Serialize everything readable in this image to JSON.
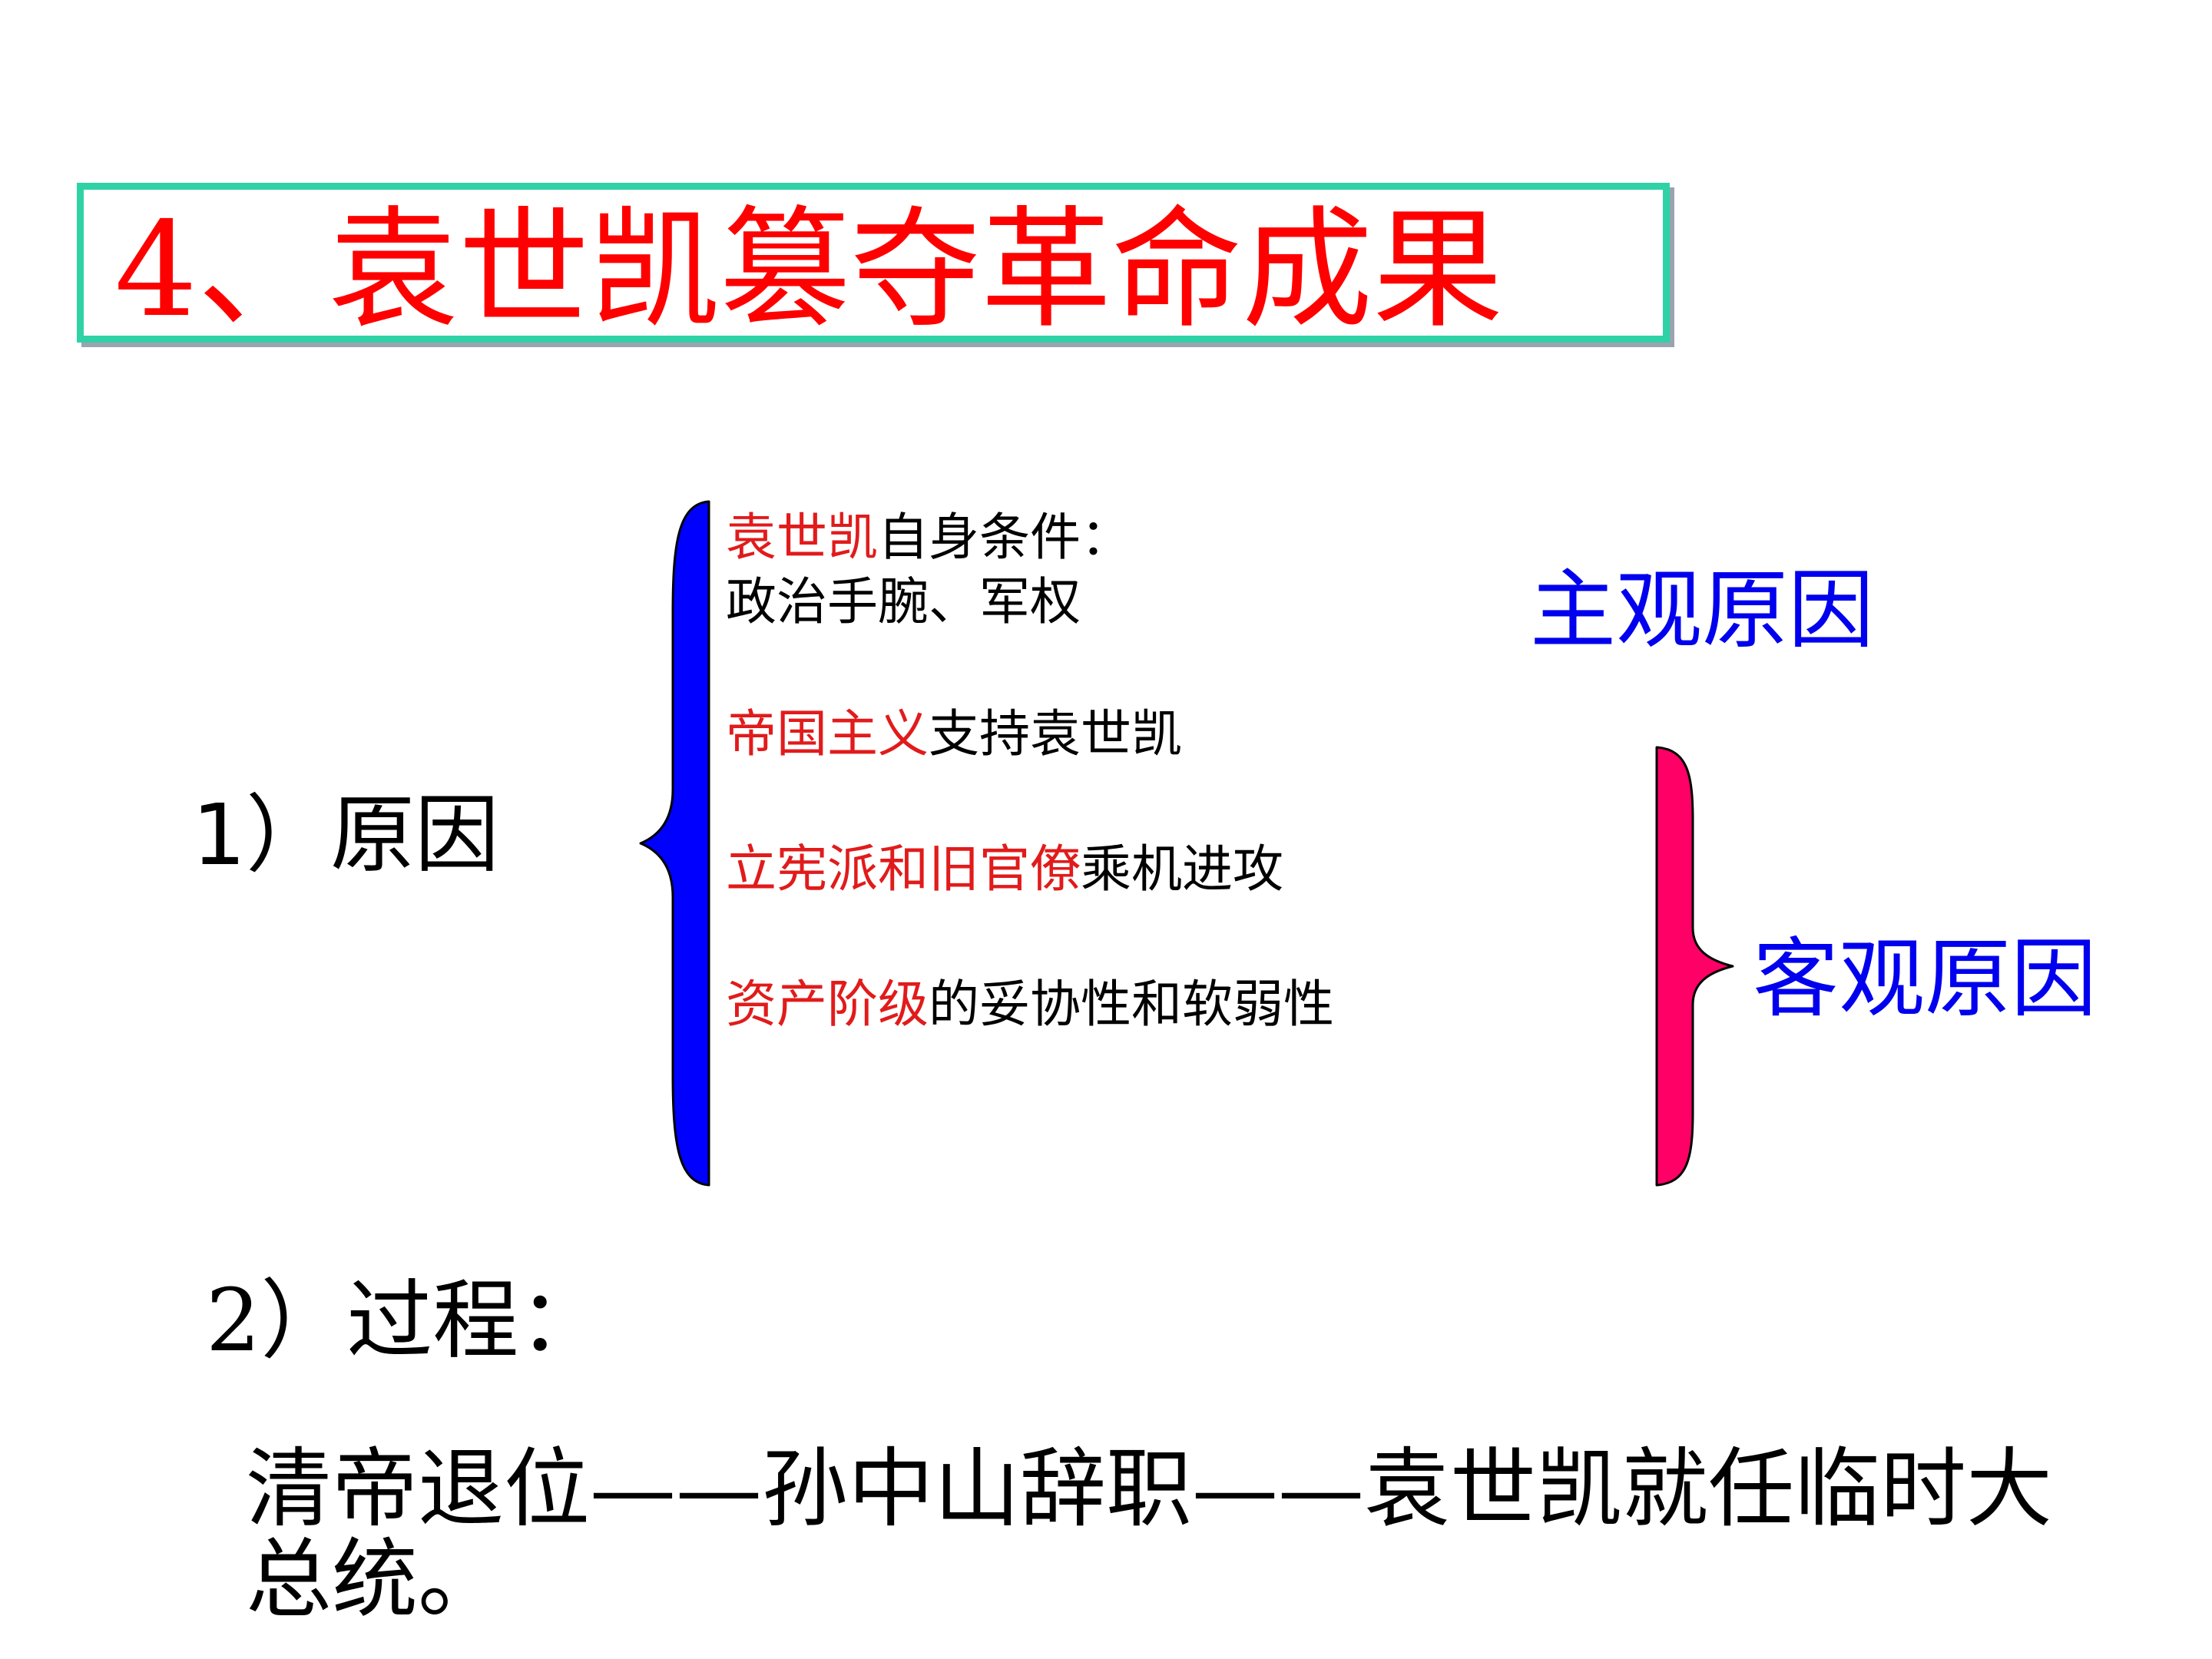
{
  "slide": {
    "title": "4、袁世凯篡夺革命成果",
    "section1": {
      "num": "1）",
      "label": "原因"
    },
    "reasons": [
      {
        "highlight": "袁世凯",
        "rest": "自身条件：",
        "line2": "政治手腕、军权"
      },
      {
        "highlight": "帝国主义",
        "rest": "支持袁世凯"
      },
      {
        "highlight": "立宪派和旧官僚",
        "rest": "乘机进攻"
      },
      {
        "highlight": "资产阶级",
        "rest": "的妥协性和软弱性"
      }
    ],
    "subjective_label": "主观原因",
    "objective_label": "客观原因",
    "section2": {
      "label": "2）过程："
    },
    "process_text": "清帝退位——孙中山辞职——袁世凯就任临时大总统。"
  },
  "colors": {
    "title_border": "#2fd2a5",
    "title_text": "#ff0000",
    "highlight_text": "#e11b1b",
    "category_text": "#0000ee",
    "left_brace": "#0000ff",
    "right_brace": "#ff0066"
  }
}
